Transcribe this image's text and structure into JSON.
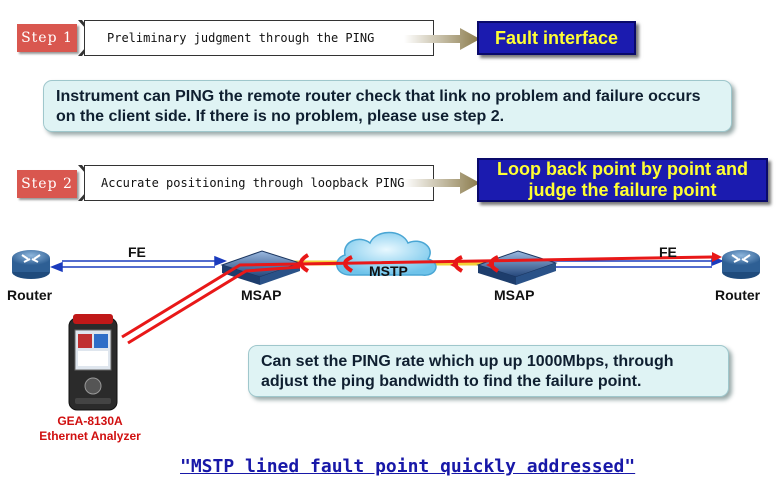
{
  "steps": [
    {
      "tag": "Step 1",
      "text": "Preliminary judgment through the PING",
      "result": "Fault interface"
    },
    {
      "tag": "Step 2",
      "text": "Accurate positioning through loopback PING",
      "result": "Loop back point by point and judge the failure point"
    }
  ],
  "info_boxes": [
    "Instrument can PING the remote router check that link no problem and failure occurs on the client side. If there is no problem, please use step 2.",
    "Can set the PING rate which up up 1000Mbps, through adjust the ping bandwidth to find the failure point."
  ],
  "network": {
    "router_left": "Router",
    "router_right": "Router",
    "msap_left": "MSAP",
    "msap_right": "MSAP",
    "cloud": "MSTP",
    "fe_left": "FE",
    "fe_right": "FE",
    "device_name": "GEA-8130A",
    "device_desc": "Ethernet Analyzer"
  },
  "caption": {
    "quote_open": "\"",
    "text": "MSTP lined fault point quickly addressed",
    "quote_close": "\""
  },
  "colors": {
    "step_tag": "#d9574f",
    "result_box": "#1b1baf",
    "result_text": "#ffff33",
    "link_red": "#e81818",
    "link_blue": "#1a3bbd"
  }
}
